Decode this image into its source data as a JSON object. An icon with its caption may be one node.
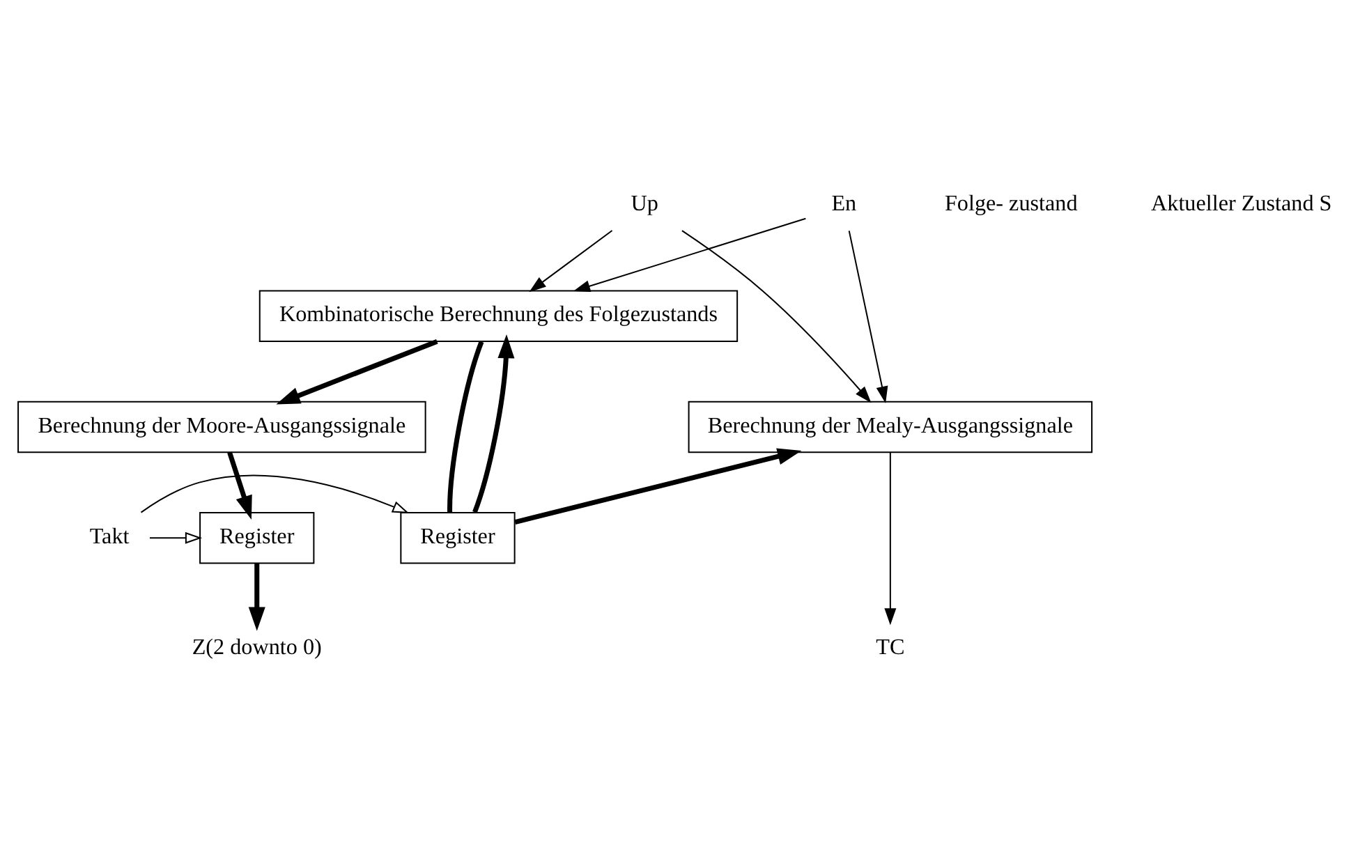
{
  "diagram": {
    "nodes": [
      {
        "text": [
          "En"
        ]
      },
      {
        "text": [
          "Up"
        ]
      },
      {
        "text": [
          "Kombinatorische Berechnung des Folgezustands"
        ]
      },
      {
        "text": [
          "Berechnung der Mealy-Ausgangssignale"
        ]
      },
      {
        "text": [
          "Berechnung der Moore-Ausgangssignale"
        ]
      },
      {
        "text": [
          "Register"
        ]
      },
      {
        "text": [
          "Register"
        ]
      },
      {
        "text": [
          "Takt"
        ]
      },
      {
        "text": [
          "TC"
        ]
      },
      {
        "text": [
          "Z(2 downto 0)"
        ]
      }
    ],
    "edges": [
      {
        "from": 0,
        "to": 3,
        "arrow": "to"
      },
      {
        "from": 0,
        "to": 2,
        "arrow": "to"
      },
      {
        "from": 1,
        "to": 3,
        "arrow": "to"
      },
      {
        "from": 1,
        "to": 2,
        "arrow": "to"
      },
      {
        "from": 6,
        "to": 2,
        "arrow": "to",
        "style": "thick"
      },
      {
        "from": 6,
        "to": 3,
        "arrow": "to",
        "style": "thick"
      },
      {
        "from": 2,
        "to": 4,
        "arrow": "to",
        "style": "thick"
      },
      {
        "from": 2,
        "to": 6,
        "arrow": "none",
        "style": "thick"
      },
      {
        "from": 4,
        "to": 5,
        "arrow": "to",
        "style": "thick"
      },
      {
        "from": 5,
        "to": 9,
        "arrow": "to",
        "style": "thick"
      },
      {
        "from": 3,
        "to": 8,
        "arrow": "to"
      },
      {
        "from": 7,
        "to": 6,
        "arrow": "to"
      },
      {
        "from": 7,
        "to": 5,
        "arrow": "to"
      }
    ],
    "labels": [
      "Folge- zustand",
      "Aktueller Zustand S"
    ]
  }
}
